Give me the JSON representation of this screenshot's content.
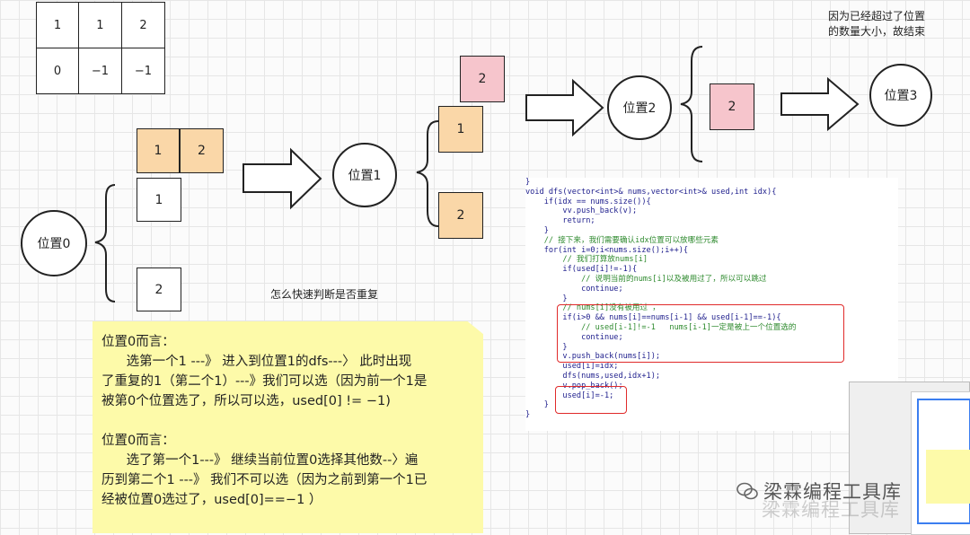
{
  "table": {
    "rows": [
      [
        "1",
        "1",
        "2"
      ],
      [
        "0",
        "−1",
        "−1"
      ]
    ]
  },
  "boxes": {
    "b_pos0_pair_1": "1",
    "b_pos0_pair_2": "2",
    "b_pos0_opt1": "1",
    "b_pos0_opt2": "2",
    "b_pos1_pink": "2",
    "b_pos1_opt1": "1",
    "b_pos1_opt2": "2",
    "b_pos2_pink": "2"
  },
  "circles": {
    "pos0": "位置0",
    "pos1": "位置1",
    "pos2": "位置2",
    "pos3": "位置3"
  },
  "notes": {
    "end_line1": "因为已经超过了位置",
    "end_line2": "的数量大小，故结束",
    "dup_question": "怎么快速判断是否重复"
  },
  "sticky_lines": [
    "位置0而言：",
    "      选第一个1 ---》 进入到位置1的dfs---〉 此时出现",
    "了重复的1（第二个1）---》我们可以选（因为前一个1是",
    "被第0个位置选了，所以可以选，used[0] != −1)",
    "",
    "位置0而言：",
    "      选了第一个1---》 继续当前位置0选择其他数--〉遍",
    "历到第二个1 ---》 我们不可以选（因为之前到第一个1已",
    "经被位置0选过了，used[0]==−1 ）"
  ],
  "code_lines": [
    {
      "t": "}",
      "c": false
    },
    {
      "t": "void dfs(vector<int>& nums,vector<int>& used,int idx){",
      "c": false
    },
    {
      "t": "    if(idx == nums.size()){",
      "c": false
    },
    {
      "t": "        vv.push_back(v);",
      "c": false
    },
    {
      "t": "        return;",
      "c": false
    },
    {
      "t": "    }",
      "c": false
    },
    {
      "t": "    // 接下来，我们需要确认idx位置可以放哪些元素",
      "c": true
    },
    {
      "t": "    for(int i=0;i<nums.size();i++){",
      "c": false
    },
    {
      "t": "        // 我们打算放nums[i]",
      "c": true
    },
    {
      "t": "        if(used[i]!=-1){",
      "c": false
    },
    {
      "t": "            // 说明当前的nums[i]以及被用过了，所以可以跳过",
      "c": true
    },
    {
      "t": "            continue;",
      "c": false
    },
    {
      "t": "        }",
      "c": false
    },
    {
      "t": "        // nums[i]没有被用过 ，",
      "c": true
    },
    {
      "t": "        if(i>0 && nums[i]==nums[i-1] && used[i-1]==-1){",
      "c": false
    },
    {
      "t": "            // used[i-1]!=-1   nums[i-1]一定是被上一个位置选的",
      "c": true
    },
    {
      "t": "            continue;",
      "c": false
    },
    {
      "t": "        }",
      "c": false
    },
    {
      "t": "        v.push_back(nums[i]);",
      "c": false
    },
    {
      "t": "        used[i]=idx;",
      "c": false
    },
    {
      "t": "        dfs(nums,used,idx+1);",
      "c": false
    },
    {
      "t": "        v.pop_back();",
      "c": false
    },
    {
      "t": "        used[i]=-1;",
      "c": false
    },
    {
      "t": "    }",
      "c": false
    },
    {
      "t": "}",
      "c": false
    }
  ],
  "watermark": "梁霖编程工具库",
  "colors": {
    "orange": "#fad7a8",
    "pink": "#f6c5cc",
    "sticky": "#fdfaa9",
    "highlight": "#e02a2a"
  }
}
